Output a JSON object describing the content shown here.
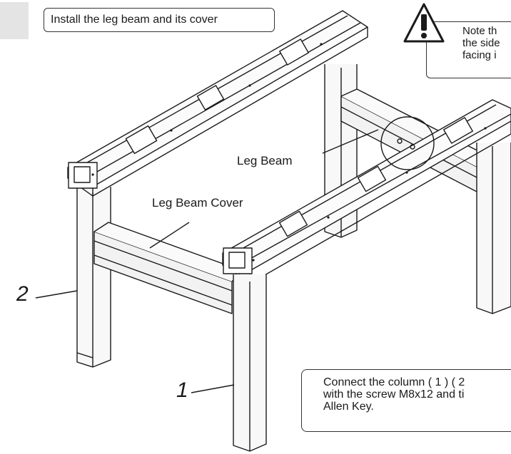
{
  "title": "Install the leg beam and its cover",
  "note_lines": [
    "Note th",
    "the side",
    "facing i"
  ],
  "instruction_lines": [
    "Connect the column ( 1 ) ( 2",
    "with the screw M8x12 and ti",
    "Allen Key."
  ],
  "labels": {
    "leg_beam": "Leg Beam",
    "leg_beam_cover": "Leg Beam Cover",
    "column_1": "1",
    "column_2": "2"
  },
  "icons": {
    "warning": "warning-triangle-icon"
  },
  "colors": {
    "ink": "#1a1a1a",
    "tab": "#e4e4e4"
  }
}
